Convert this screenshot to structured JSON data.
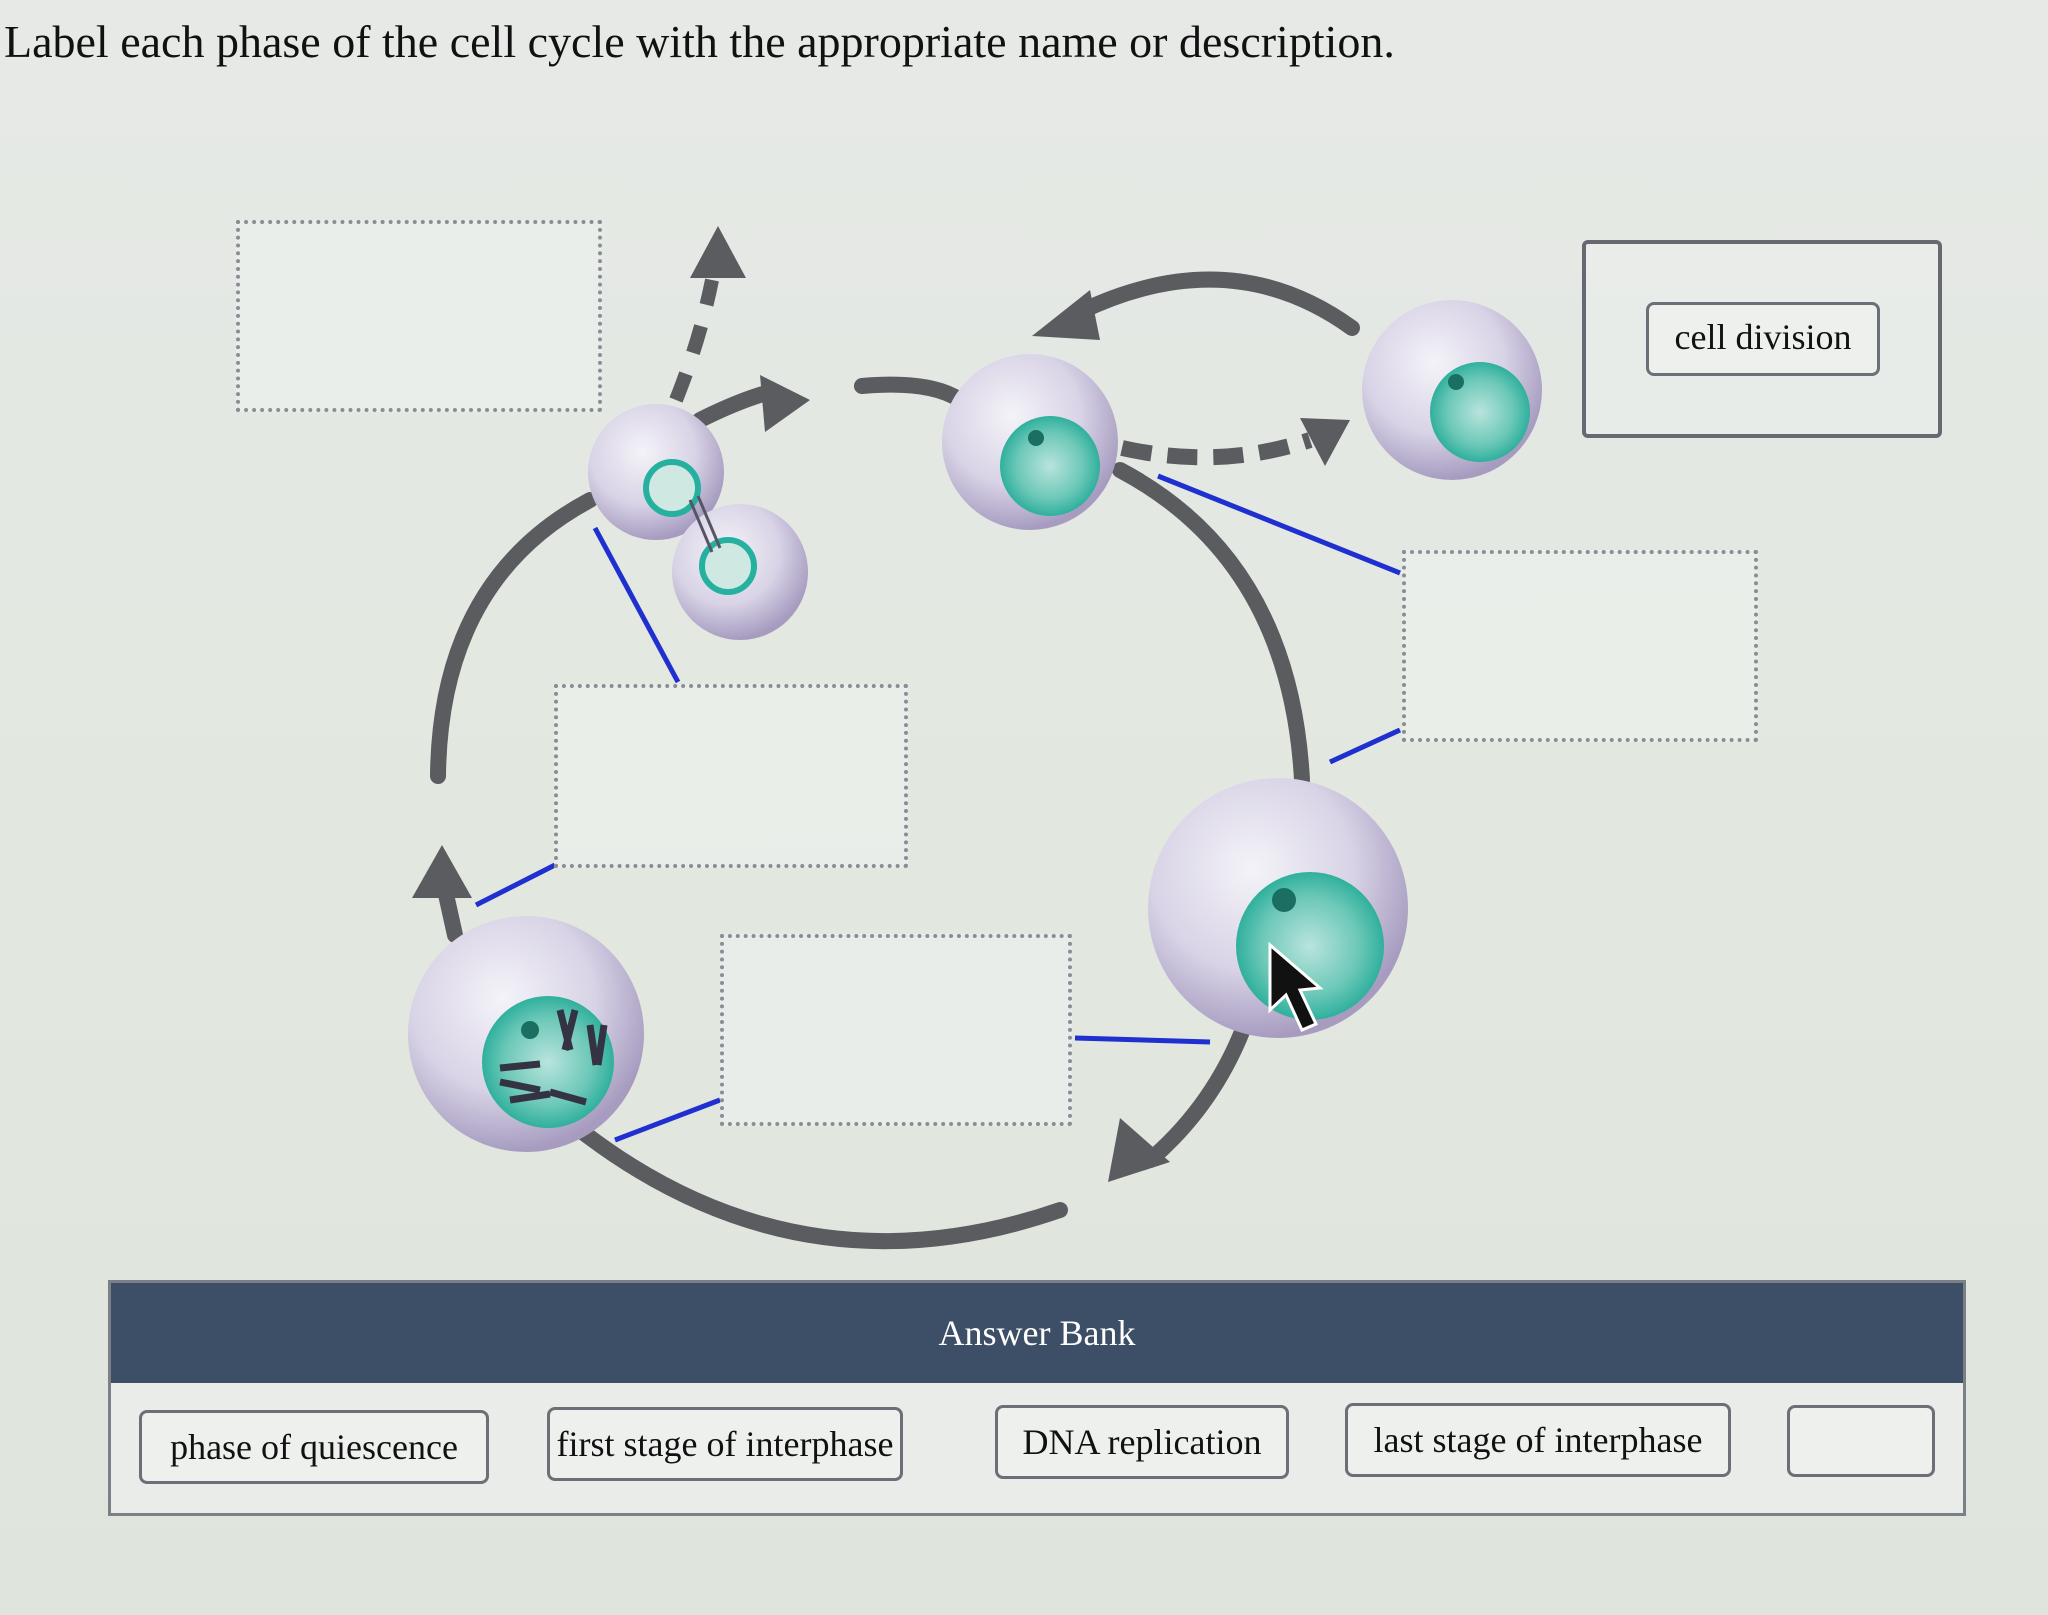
{
  "question": "Label each phase of the cell cycle with the appropriate name or description.",
  "placed_label": "cell division",
  "answer_bank": {
    "title": "Answer Bank",
    "items": [
      "phase of quiescence",
      "first stage of interphase",
      "DNA replication",
      "last stage of interphase"
    ]
  },
  "colors": {
    "arrow": "#5a5c60",
    "leader_line": "#1f2fd0",
    "bank_header": "#3d4f66",
    "nucleus": "#2fb5a6"
  }
}
